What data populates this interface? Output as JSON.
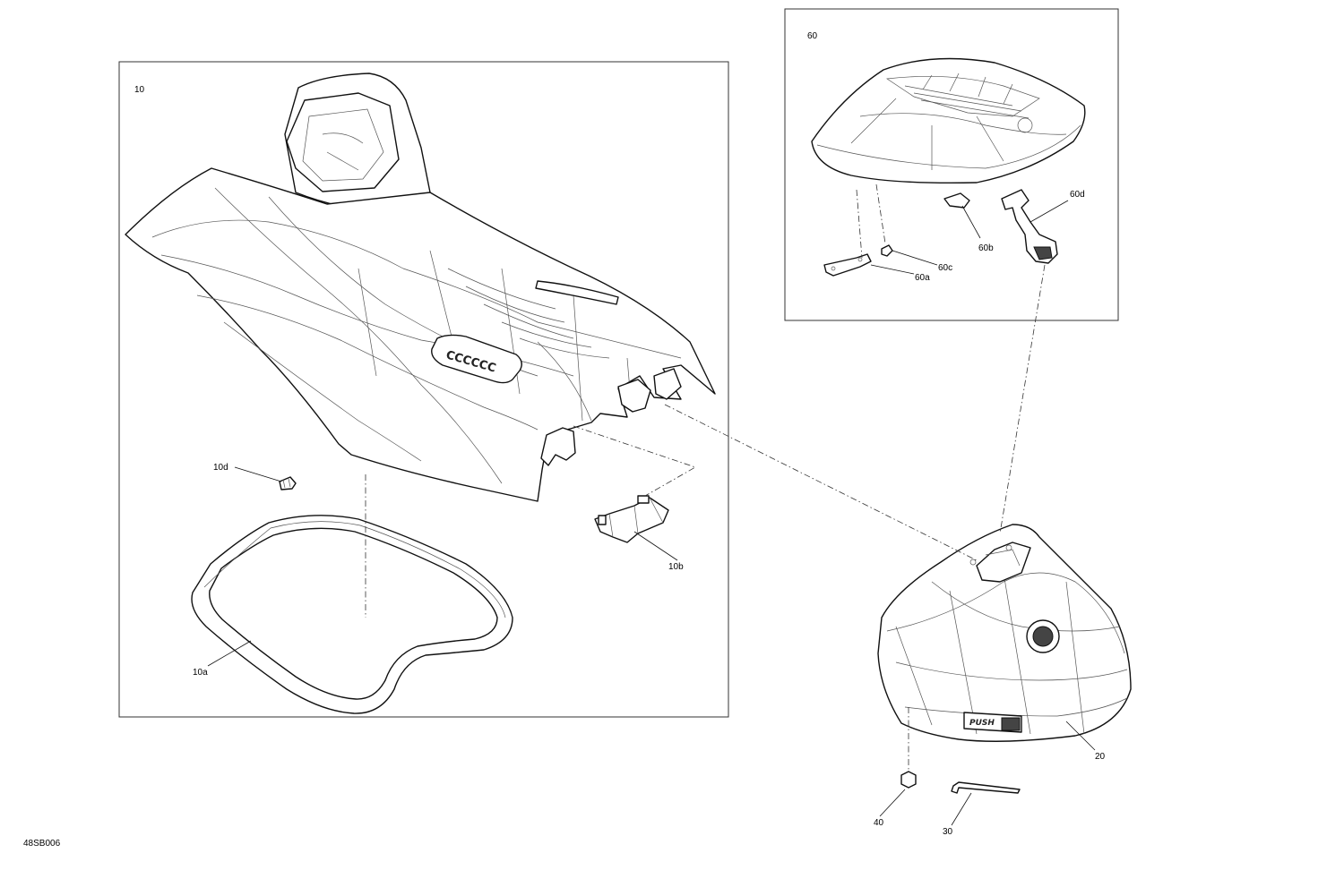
{
  "diagram_id": "48SB006",
  "groups": [
    {
      "key": "seat",
      "label": "10"
    },
    {
      "key": "passenger_cushion",
      "label": "60"
    }
  ],
  "callouts": {
    "c10a": "10a",
    "c10b": "10b",
    "c10d": "10d",
    "c20": "20",
    "c30": "30",
    "c40": "40",
    "c60a": "60a",
    "c60b": "60b",
    "c60c": "60c",
    "c60d": "60d"
  },
  "embossing": {
    "seat_emblem": "CCCCCC",
    "cover_badge": "PUSH"
  }
}
